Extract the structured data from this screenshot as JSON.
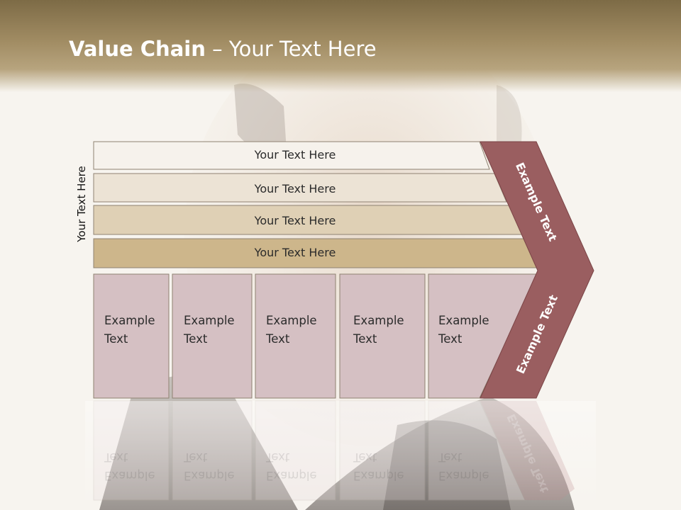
{
  "title": {
    "bold": "Value Chain",
    "rest": " – Your Text Here"
  },
  "side_label": "Your Text Here",
  "rows": [
    {
      "label": "Your Text Here",
      "fill": "#f6f2ec"
    },
    {
      "label": "Your Text Here",
      "fill": "#ece3d5"
    },
    {
      "label": "Your Text Here",
      "fill": "#dfd0b5"
    },
    {
      "label": "Your Text Here",
      "fill": "#cdb68b"
    }
  ],
  "columns": [
    {
      "line1": "Example",
      "line2": "Text"
    },
    {
      "line1": "Example",
      "line2": "Text"
    },
    {
      "line1": "Example",
      "line2": "Text"
    },
    {
      "line1": "Example",
      "line2": "Text"
    },
    {
      "line1": "Example",
      "line2": "Text"
    }
  ],
  "arrow": {
    "upper": "Example Text",
    "lower": "Example Text"
  },
  "colors": {
    "column_fill": "#d5c0c3",
    "arrow_fill": "#9a5e60",
    "header": "#8a7752"
  }
}
